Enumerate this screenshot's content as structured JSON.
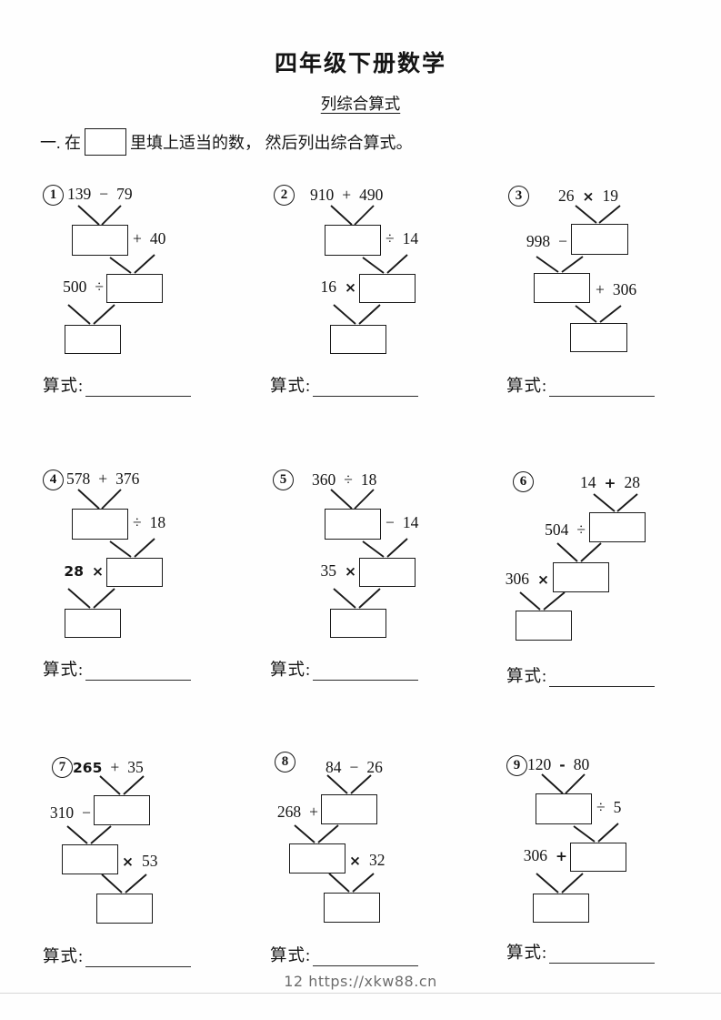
{
  "page": {
    "title": "四年级下册数学",
    "subtitle": "列综合算式",
    "instruction": {
      "prefix": "一. 在",
      "suffix": "里填上适当的数， 然后列出综合算式。"
    },
    "formula_label": "算式:",
    "footer": "12 https://xkw88.cn"
  },
  "problems": [
    {
      "num": "1",
      "top": {
        "l": "139",
        "o": "−",
        "r": "79"
      },
      "op1": {
        "a": "+",
        "b": "40"
      },
      "op2": {
        "a": "500",
        "b": "÷"
      }
    },
    {
      "num": "2",
      "top": {
        "l": "910",
        "o": "+",
        "r": "490"
      },
      "op1": {
        "a": "÷",
        "b": "14"
      },
      "op2": {
        "a": "16",
        "b": "×"
      }
    },
    {
      "num": "3",
      "top": {
        "l": "26",
        "o": "×",
        "r": "19"
      },
      "op1": {
        "a": "998",
        "b": "−"
      },
      "op2": {
        "a": "+",
        "b": "306"
      }
    },
    {
      "num": "4",
      "top": {
        "l": "578",
        "o": "+",
        "r": "376"
      },
      "op1": {
        "a": "÷",
        "b": "18"
      },
      "op2": {
        "a": "28",
        "b": "×"
      }
    },
    {
      "num": "5",
      "top": {
        "l": "360",
        "o": "÷",
        "r": "18"
      },
      "op1": {
        "a": "−",
        "b": "14"
      },
      "op2": {
        "a": "35",
        "b": "×"
      }
    },
    {
      "num": "6",
      "top": {
        "l": "14",
        "o": "+",
        "r": "28"
      },
      "op1": {
        "a": "504",
        "b": "÷"
      },
      "op2": {
        "a": "306",
        "b": "×"
      }
    },
    {
      "num": "7",
      "top": {
        "l": "265",
        "o": "+",
        "r": "35"
      },
      "op1": {
        "a": "310",
        "b": "−"
      },
      "op2": {
        "a": "×",
        "b": "53"
      }
    },
    {
      "num": "8",
      "top": {
        "l": "84",
        "o": "−",
        "r": "26"
      },
      "op1": {
        "a": "268",
        "b": "+"
      },
      "op2": {
        "a": "×",
        "b": "32"
      }
    },
    {
      "num": "9",
      "top": {
        "l": "120",
        "o": "-",
        "r": "80"
      },
      "op1": {
        "a": "÷",
        "b": "5"
      },
      "op2": {
        "a": "306",
        "b": "+"
      }
    }
  ]
}
